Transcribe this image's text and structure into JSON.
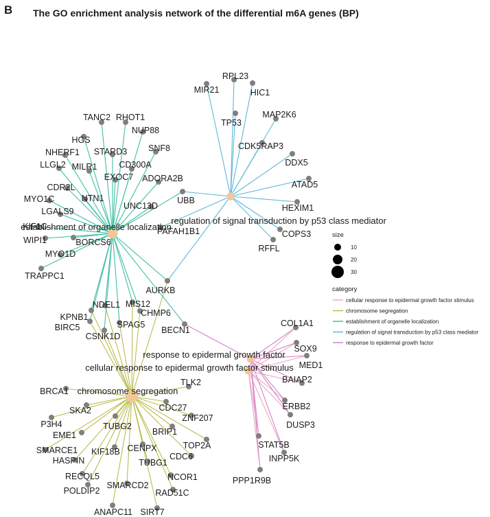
{
  "figure": {
    "panel_letter": "B",
    "title": "The GO enrichment analysis network of the differential m6A genes (BP)"
  },
  "colors": {
    "hub": "#f1c897",
    "gene_node": "#7f7f7f",
    "cellular response to epidermal growth factor stimulus": "#e8a8c3",
    "chromosome segregation": "#b9be4c",
    "establishment of organelle localization": "#3fbfa3",
    "regulation of signal transduction by p53 class mediator": "#5cb8d8",
    "response to epidermal growth factor": "#d77fc8"
  },
  "legend": {
    "size_title": "size",
    "size_values": [
      "10",
      "20",
      "30"
    ],
    "category_title": "category",
    "categories": [
      "cellular response to epidermal growth factor stimulus",
      "chromosome segregation",
      "establishment of organelle localization",
      "regulation of signal transduction by p53 class mediator",
      "response to epidermal growth factor"
    ]
  },
  "network": {
    "hubs": [
      {
        "id": "est",
        "label": "establishment of organelle localization",
        "size": 22
      },
      {
        "id": "p53",
        "label": "regulation of signal transduction by p53 class mediator",
        "size": 14
      },
      {
        "id": "chr",
        "label": "chromosome segregation",
        "size": 30
      },
      {
        "id": "egfr",
        "label": "response to epidermal growth factor",
        "size": 12
      },
      {
        "id": "cegf",
        "label": "cellular response to epidermal growth factor stimulus",
        "size": 12
      }
    ],
    "genes": [
      {
        "name": "RPL23",
        "hubs": [
          "p53"
        ]
      },
      {
        "name": "MIR21",
        "hubs": [
          "p53"
        ]
      },
      {
        "name": "HIC1",
        "hubs": [
          "p53"
        ]
      },
      {
        "name": "TP53",
        "hubs": [
          "p53"
        ]
      },
      {
        "name": "MAP2K6",
        "hubs": [
          "p53"
        ]
      },
      {
        "name": "CDK5RAP3",
        "hubs": [
          "p53"
        ]
      },
      {
        "name": "DDX5",
        "hubs": [
          "p53"
        ]
      },
      {
        "name": "ATAD5",
        "hubs": [
          "p53"
        ]
      },
      {
        "name": "HEXIM1",
        "hubs": [
          "p53"
        ]
      },
      {
        "name": "COPS3",
        "hubs": [
          "p53"
        ]
      },
      {
        "name": "RFFL",
        "hubs": [
          "p53"
        ]
      },
      {
        "name": "PAFAH1B1",
        "hubs": [
          "p53"
        ]
      },
      {
        "name": "UBB",
        "hubs": [
          "p53",
          "est"
        ]
      },
      {
        "name": "AURKB",
        "hubs": [
          "p53",
          "est",
          "chr"
        ]
      },
      {
        "name": "TANC2",
        "hubs": [
          "est"
        ]
      },
      {
        "name": "RHOT1",
        "hubs": [
          "est"
        ]
      },
      {
        "name": "HGS",
        "hubs": [
          "est"
        ]
      },
      {
        "name": "NUP88",
        "hubs": [
          "est"
        ]
      },
      {
        "name": "NHERF1",
        "hubs": [
          "est"
        ]
      },
      {
        "name": "STARD3",
        "hubs": [
          "est"
        ]
      },
      {
        "name": "SNF8",
        "hubs": [
          "est"
        ]
      },
      {
        "name": "LLGL2",
        "hubs": [
          "est"
        ]
      },
      {
        "name": "MILR1",
        "hubs": [
          "est"
        ]
      },
      {
        "name": "CD300A",
        "hubs": [
          "est"
        ]
      },
      {
        "name": "EXOC7",
        "hubs": [
          "est"
        ]
      },
      {
        "name": "CDR2L",
        "hubs": [
          "est"
        ]
      },
      {
        "name": "ADORA2B",
        "hubs": [
          "est"
        ]
      },
      {
        "name": "MYO1C",
        "hubs": [
          "est"
        ]
      },
      {
        "name": "NTN1",
        "hubs": [
          "est"
        ]
      },
      {
        "name": "UNC13D",
        "hubs": [
          "est"
        ]
      },
      {
        "name": "LGALS9",
        "hubs": [
          "est"
        ]
      },
      {
        "name": "KIF1C",
        "hubs": [
          "est"
        ]
      },
      {
        "name": "WIPI1",
        "hubs": [
          "est"
        ]
      },
      {
        "name": "BORCS6",
        "hubs": [
          "est"
        ]
      },
      {
        "name": "MYO1D",
        "hubs": [
          "est"
        ]
      },
      {
        "name": "TRAPPC1",
        "hubs": [
          "est"
        ]
      },
      {
        "name": "KPNB1",
        "hubs": [
          "est",
          "chr"
        ]
      },
      {
        "name": "NDEL1",
        "hubs": [
          "est",
          "chr"
        ]
      },
      {
        "name": "MIS12",
        "hubs": [
          "est",
          "chr"
        ]
      },
      {
        "name": "CHMP6",
        "hubs": [
          "est",
          "chr"
        ]
      },
      {
        "name": "BIRC5",
        "hubs": [
          "est",
          "chr"
        ]
      },
      {
        "name": "SPAG5",
        "hubs": [
          "est",
          "chr"
        ]
      },
      {
        "name": "CSNK1D",
        "hubs": [
          "est",
          "chr"
        ]
      },
      {
        "name": "BECN1",
        "hubs": [
          "est",
          "egfr"
        ]
      },
      {
        "name": "BRCA1",
        "hubs": [
          "chr"
        ]
      },
      {
        "name": "TLK2",
        "hubs": [
          "chr"
        ]
      },
      {
        "name": "SKA2",
        "hubs": [
          "chr"
        ]
      },
      {
        "name": "CDC27",
        "hubs": [
          "chr"
        ]
      },
      {
        "name": "P3H4",
        "hubs": [
          "chr"
        ]
      },
      {
        "name": "ZNF207",
        "hubs": [
          "chr"
        ]
      },
      {
        "name": "TUBG2",
        "hubs": [
          "chr"
        ]
      },
      {
        "name": "EME1",
        "hubs": [
          "chr"
        ]
      },
      {
        "name": "BRIP1",
        "hubs": [
          "chr"
        ]
      },
      {
        "name": "SMARCE1",
        "hubs": [
          "chr"
        ]
      },
      {
        "name": "TOP2A",
        "hubs": [
          "chr"
        ]
      },
      {
        "name": "CENPX",
        "hubs": [
          "chr"
        ]
      },
      {
        "name": "KIF18B",
        "hubs": [
          "chr"
        ]
      },
      {
        "name": "HASPIN",
        "hubs": [
          "chr"
        ]
      },
      {
        "name": "CDC6",
        "hubs": [
          "chr"
        ]
      },
      {
        "name": "TUBG1",
        "hubs": [
          "chr"
        ]
      },
      {
        "name": "RECQL5",
        "hubs": [
          "chr"
        ]
      },
      {
        "name": "NCOR1",
        "hubs": [
          "chr"
        ]
      },
      {
        "name": "POLDIP2",
        "hubs": [
          "chr"
        ]
      },
      {
        "name": "SMARCD2",
        "hubs": [
          "chr"
        ]
      },
      {
        "name": "RAD51C",
        "hubs": [
          "chr"
        ]
      },
      {
        "name": "ANAPC11",
        "hubs": [
          "chr"
        ]
      },
      {
        "name": "SIRT7",
        "hubs": [
          "chr"
        ]
      },
      {
        "name": "COL1A1",
        "hubs": [
          "egfr",
          "cegf"
        ]
      },
      {
        "name": "SOX9",
        "hubs": [
          "egfr",
          "cegf"
        ]
      },
      {
        "name": "MED1",
        "hubs": [
          "egfr",
          "cegf"
        ]
      },
      {
        "name": "BAIAP2",
        "hubs": [
          "egfr",
          "cegf"
        ]
      },
      {
        "name": "ERBB2",
        "hubs": [
          "egfr",
          "cegf"
        ]
      },
      {
        "name": "DUSP3",
        "hubs": [
          "egfr",
          "cegf"
        ]
      },
      {
        "name": "STAT5B",
        "hubs": [
          "egfr",
          "cegf"
        ]
      },
      {
        "name": "INPP5K",
        "hubs": [
          "egfr",
          "cegf"
        ]
      },
      {
        "name": "PPP1R9B",
        "hubs": [
          "egfr",
          "cegf"
        ]
      }
    ]
  }
}
